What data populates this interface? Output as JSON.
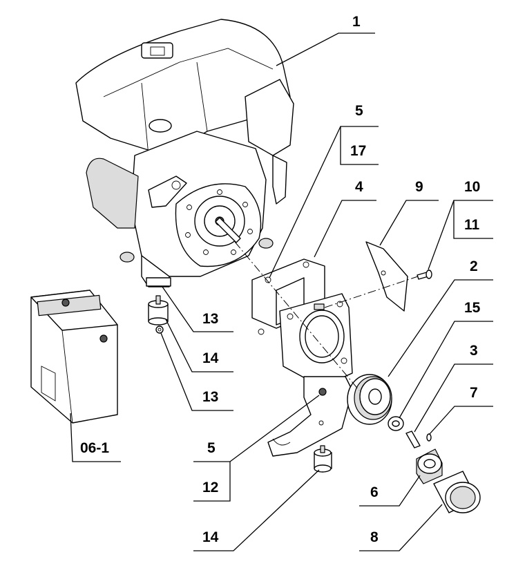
{
  "callouts": {
    "c1": "1",
    "c5a": "5",
    "c17": "17",
    "c4": "4",
    "c9": "9",
    "c10": "10",
    "c11": "11",
    "c2": "2",
    "c15": "15",
    "c3": "3",
    "c7": "7",
    "c13a": "13",
    "c14a": "14",
    "c13b": "13",
    "c061": "06-1",
    "c5b": "5",
    "c12": "12",
    "c6": "6",
    "c14b": "14",
    "c8": "8"
  }
}
